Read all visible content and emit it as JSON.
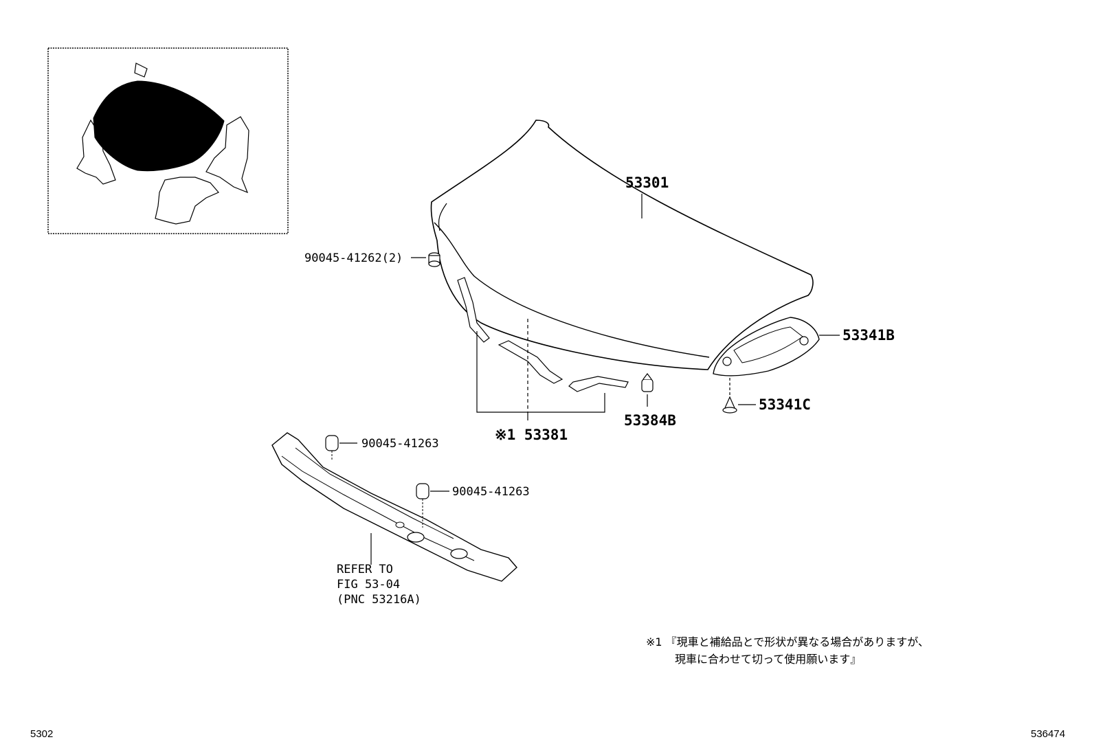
{
  "callouts": {
    "hood_part": "53301",
    "plug_pair": "90045-41262(2)",
    "seal_group": "※1 53381",
    "cushion": "53384B",
    "insulator": "53341B",
    "clip": "53341C",
    "cushion_upper": "90045-41263",
    "cushion_lower": "90045-41263"
  },
  "refer": {
    "line1": "REFER TO",
    "line2": "FIG 53-04",
    "line3": "(PNC 53216A)"
  },
  "note": {
    "line1": "※1 『現車と補給品とで形状が異なる場合がありますが、",
    "line2": "現車に合わせて切って使用願います』"
  },
  "footer": {
    "left": "5302",
    "right": "536474"
  }
}
